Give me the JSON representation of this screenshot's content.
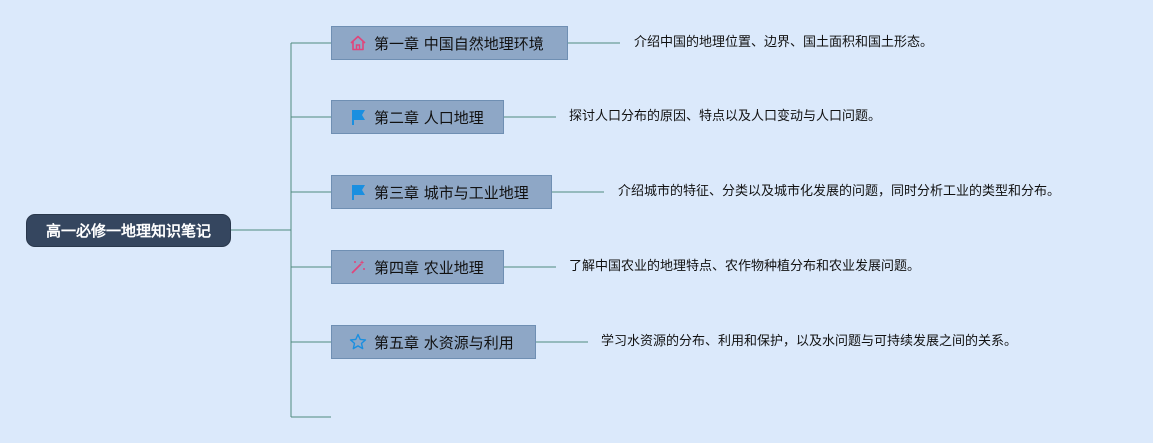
{
  "root": {
    "label": "高一必修一地理知识笔记"
  },
  "chapters": [
    {
      "label": "第一章 中国自然地理环境",
      "icon": "home-icon",
      "description": "介绍中国的地理位置、边界、国土面积和国土形态。"
    },
    {
      "label": "第二章 人口地理",
      "icon": "flag-icon",
      "description": "探讨人口分布的原因、特点以及人口变动与人口问题。"
    },
    {
      "label": "第三章 城市与工业地理",
      "icon": "flag-icon",
      "description": "介绍城市的特征、分类以及城市化发展的问题，同时分析工业的类型和分布。"
    },
    {
      "label": "第四章 农业地理",
      "icon": "magic-wand-icon",
      "description": "了解中国农业的地理特点、农作物种植分布和农业发展问题。"
    },
    {
      "label": "第五章 水资源与利用",
      "icon": "star-icon",
      "description": "学习水资源的分布、利用和保护，以及水问题与可持续发展之间的关系。"
    }
  ],
  "colors": {
    "background": "#dbe9fb",
    "root_fill": "#35465f",
    "node_fill": "#8ea7c6",
    "connector": "#4f8a7f",
    "home_icon": "#e0457b",
    "flag_icon": "#1a8fe0",
    "wand_icon": "#e0457b",
    "star_icon": "#1a8fe0"
  }
}
